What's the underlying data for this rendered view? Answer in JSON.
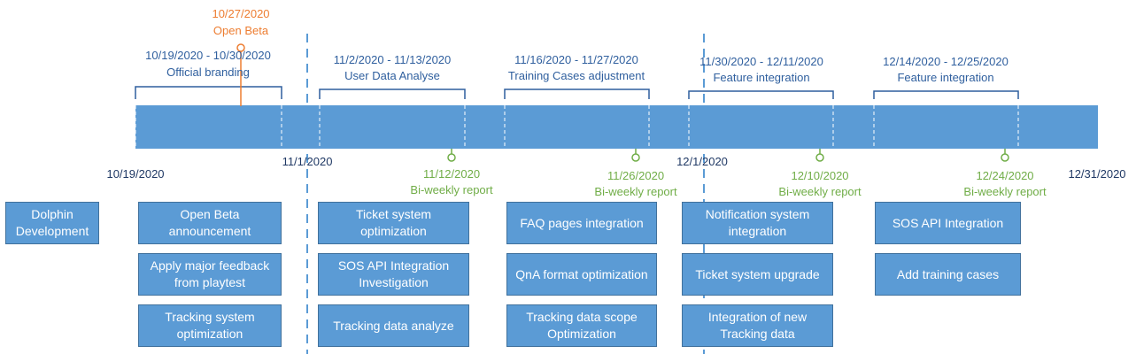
{
  "timeline": {
    "start_date": "10/19/2020",
    "end_date": "12/31/2020",
    "month_markers": [
      "11/1/2020",
      "12/1/2020"
    ]
  },
  "milestone": {
    "date": "10/27/2020",
    "label": "Open Beta"
  },
  "phases": [
    {
      "range": "10/19/2020 - 10/30/2020",
      "name": "Official branding"
    },
    {
      "range": "11/2/2020 - 11/13/2020",
      "name": "User Data Analyse"
    },
    {
      "range": "11/16/2020 - 11/27/2020",
      "name": "Training Cases adjustment"
    },
    {
      "range": "11/30/2020 - 12/11/2020",
      "name": "Feature integration"
    },
    {
      "range": "12/14/2020 - 12/25/2020",
      "name": "Feature integration"
    }
  ],
  "reports": [
    {
      "date": "11/12/2020",
      "label": "Bi-weekly report"
    },
    {
      "date": "11/26/2020",
      "label": "Bi-weekly report"
    },
    {
      "date": "12/10/2020",
      "label": "Bi-weekly report"
    },
    {
      "date": "12/24/2020",
      "label": "Bi-weekly report"
    }
  ],
  "tasks": {
    "dolphin": "Dolphin Development",
    "col1": [
      "Open Beta announcement",
      "Apply major feedback from playtest",
      "Tracking system optimization"
    ],
    "col2": [
      "Ticket system optimization",
      "SOS API Integration Investigation",
      "Tracking data analyze"
    ],
    "col3": [
      "FAQ pages integration",
      "QnA format optimization",
      "Tracking data scope Optimization"
    ],
    "col4": [
      "Notification system integration",
      "Ticket system upgrade",
      "Integration of new Tracking data"
    ],
    "col5": [
      "SOS API Integration",
      "Add training cases"
    ]
  },
  "colors": {
    "bar": "#5b9bd5",
    "bracket": "#2f5f9e",
    "report": "#70ad47",
    "milestone": "#ed7d31",
    "month_line": "#5b9bd5"
  }
}
